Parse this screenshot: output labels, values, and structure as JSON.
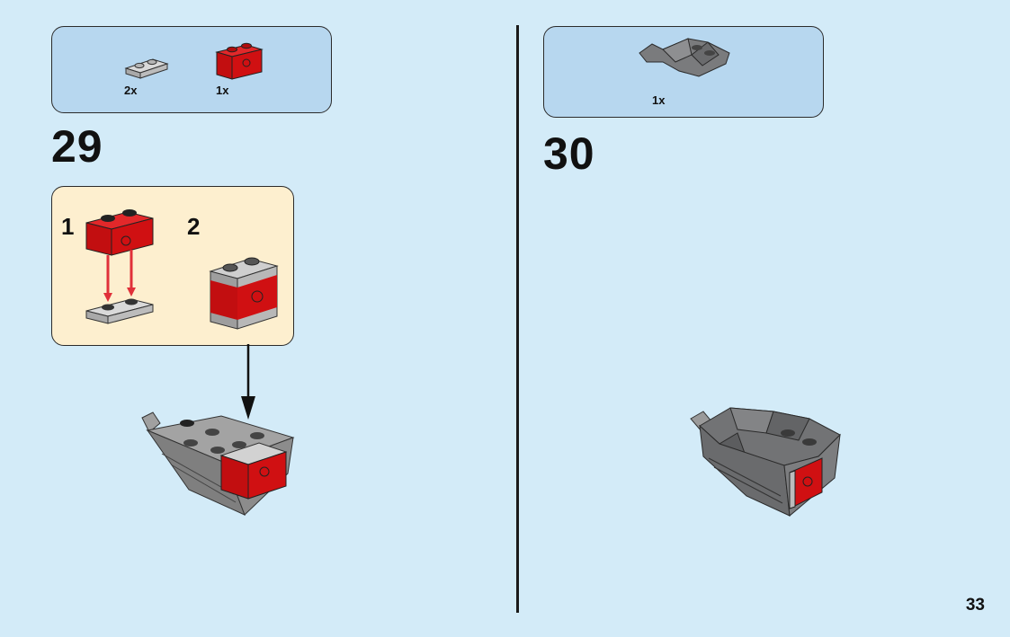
{
  "step29": {
    "number": "29",
    "parts": [
      {
        "name": "light-gray-plate-1x2",
        "qty": "2x",
        "color": "#bdbdbd"
      },
      {
        "name": "red-brick-1x2-with-emblem",
        "qty": "1x",
        "color": "#d01012"
      }
    ],
    "substeps": [
      "1",
      "2"
    ]
  },
  "step30": {
    "number": "30",
    "parts": [
      {
        "name": "dark-gray-slope-armor",
        "qty": "1x",
        "color": "#6d6e70"
      }
    ]
  },
  "page_number": "33",
  "colors": {
    "background": "#d3ebf8",
    "parts_box": "#b7d7ef",
    "substep_box": "#fdefcf",
    "red": "#d01012",
    "dark_gray": "#6d6e70",
    "light_gray": "#bdbdbd",
    "arrow_red": "#e0303a"
  }
}
